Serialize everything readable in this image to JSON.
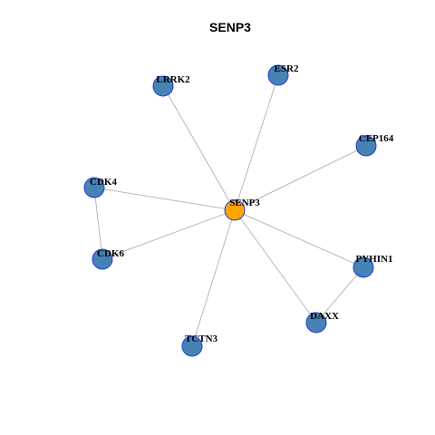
{
  "title": "SENP3",
  "colors": {
    "background": "#ffffff",
    "edge": "#b8b8b8",
    "node_fill": "#4682b4",
    "node_stroke": "#1f3fd6",
    "center_fill": "#ffa500",
    "center_stroke": "#1f3fd6",
    "label": "#000000",
    "title": "#000000"
  },
  "nodes": [
    {
      "id": "SENP3",
      "label": "SENP3",
      "center": true
    },
    {
      "id": "LRRK2",
      "label": "LRRK2"
    },
    {
      "id": "ESR2",
      "label": "ESR2"
    },
    {
      "id": "CEP164",
      "label": "CEP164"
    },
    {
      "id": "CDK4",
      "label": "CDK4"
    },
    {
      "id": "CDK6",
      "label": "CDK6"
    },
    {
      "id": "PYHIN1",
      "label": "PYHIN1"
    },
    {
      "id": "DAXX",
      "label": "DAXX"
    },
    {
      "id": "TCTN3",
      "label": "TCTN3"
    }
  ],
  "edges": [
    [
      "SENP3",
      "LRRK2"
    ],
    [
      "SENP3",
      "ESR2"
    ],
    [
      "SENP3",
      "CEP164"
    ],
    [
      "SENP3",
      "CDK4"
    ],
    [
      "SENP3",
      "CDK6"
    ],
    [
      "SENP3",
      "PYHIN1"
    ],
    [
      "SENP3",
      "DAXX"
    ],
    [
      "SENP3",
      "TCTN3"
    ],
    [
      "CDK4",
      "CDK6"
    ],
    [
      "PYHIN1",
      "DAXX"
    ]
  ]
}
